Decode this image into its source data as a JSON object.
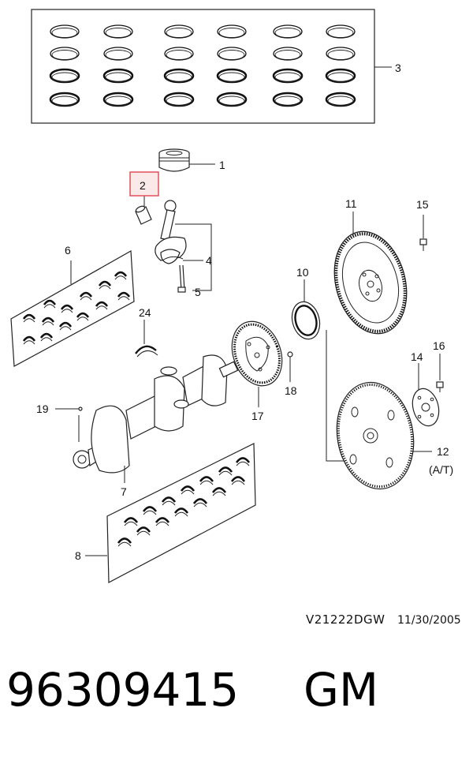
{
  "diagram": {
    "callouts": {
      "c1": "1",
      "c2": "2",
      "c3": "3",
      "c4": "4",
      "c5": "5",
      "c6": "6",
      "c7": "7",
      "c8": "8",
      "c10": "10",
      "c11": "11",
      "c12": "12",
      "c12_note": "(A/T)",
      "c14": "14",
      "c15": "15",
      "c16": "16",
      "c17": "17",
      "c18": "18",
      "c19": "19",
      "c24": "24"
    },
    "highlighted_callout": "2",
    "highlight_color": "#e0505a"
  },
  "footer": {
    "drawing_code": "V21222DGW",
    "date": "11/30/2005",
    "part_number": "96309415",
    "brand": "GM"
  }
}
